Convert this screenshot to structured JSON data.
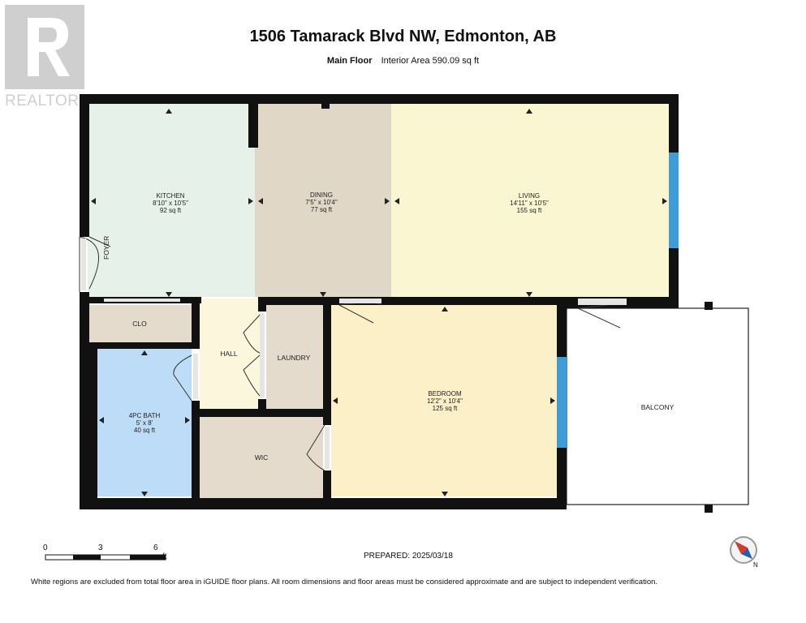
{
  "header": {
    "title": "1506 Tamarack Blvd NW, Edmonton, AB",
    "floor_label": "Main Floor",
    "interior_area": "Interior Area 590.09 sq ft"
  },
  "logo": {
    "text": "REALTOR"
  },
  "rooms": {
    "kitchen": {
      "name": "KITCHEN",
      "dims": "8'10\" x 10'5\"",
      "area": "92 sq ft"
    },
    "dining": {
      "name": "DINING",
      "dims": "7'5\" x 10'4\"",
      "area": "77 sq ft"
    },
    "living": {
      "name": "LIVING",
      "dims": "14'11\" x 10'5\"",
      "area": "155 sq ft"
    },
    "bedroom": {
      "name": "BEDROOM",
      "dims": "12'2\" x 10'4\"",
      "area": "125 sq ft"
    },
    "bath": {
      "name": "4PC BATH",
      "dims": "5' x 8'",
      "area": "40 sq ft"
    },
    "foyer": {
      "name": "FOYER"
    },
    "clo": {
      "name": "CLO"
    },
    "hall": {
      "name": "HALL"
    },
    "laundry": {
      "name": "LAUNDRY"
    },
    "wic": {
      "name": "WIC"
    },
    "balcony": {
      "name": "BALCONY"
    }
  },
  "scale": {
    "ticks": [
      "0",
      "3",
      "6"
    ],
    "unit": "ft"
  },
  "compass": {
    "label": "N"
  },
  "prepared": "PREPARED: 2025/03/18",
  "footer": "White regions are excluded from total floor area in iGUIDE floor plans. All room dimensions and floor areas must be considered approximate and are subject to independent verification.",
  "colors": {
    "kitchen": "#e6f1ea",
    "dining": "#e1d7c7",
    "living": "#fbf6d2",
    "bedroom": "#fbf0c8",
    "bath": "#bcdcf7",
    "hall": "#fcf7dc",
    "closet": "#e4dbcc",
    "wall": "#111111",
    "window": "#3d9dd9"
  }
}
